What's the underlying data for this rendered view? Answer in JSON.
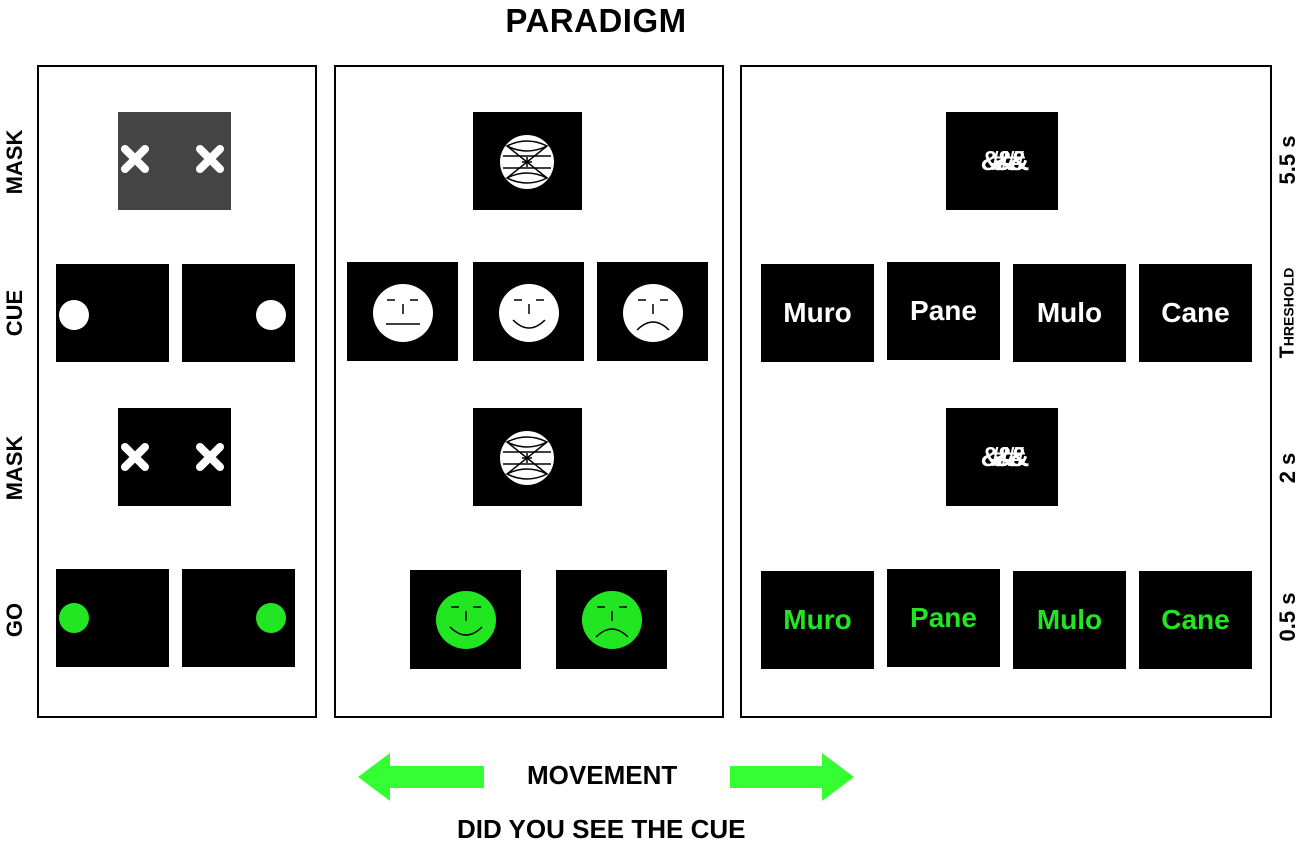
{
  "title": "PARADIGM",
  "row_labels": {
    "mask_top": "MASK",
    "cue": "CUE",
    "mask_bottom": "MASK",
    "go": "GO"
  },
  "time_labels": {
    "t1": "5.5 s",
    "threshold": "Threshold",
    "t2": "2 s",
    "t3": "0.5 s"
  },
  "words": {
    "cue": [
      "Muro",
      "Pane",
      "Mulo",
      "Cane"
    ],
    "go": [
      "Muro",
      "Pane",
      "Mulo",
      "Cane"
    ]
  },
  "mask_symbols": {
    "top_layer": "&&&",
    "bottom_layer": "###"
  },
  "bottom": {
    "movement": "MOVEMENT",
    "question": "DID YOU SEE THE CUE"
  },
  "colors": {
    "go_green": "#22e622",
    "box_black": "#000000",
    "mask_gray": "#444444",
    "arrow_green": "#33ff33"
  }
}
